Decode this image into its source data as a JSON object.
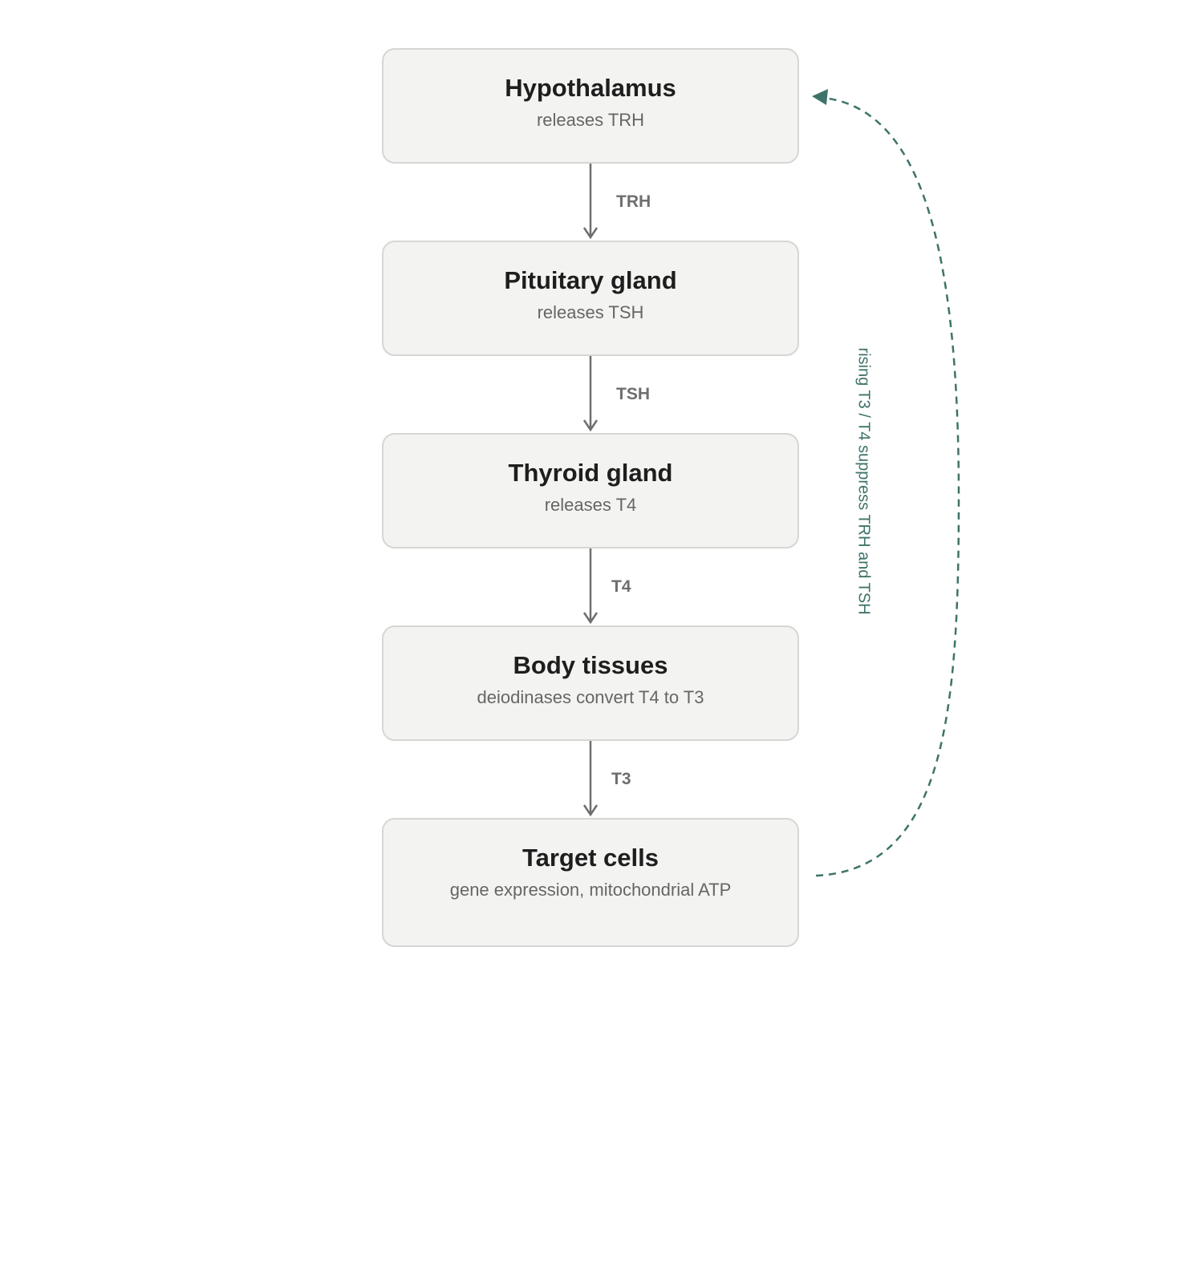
{
  "diagram": {
    "nodes": [
      {
        "title": "Hypothalamus",
        "subtitle": "releases TRH"
      },
      {
        "title": "Pituitary gland",
        "subtitle": "releases TSH"
      },
      {
        "title": "Thyroid gland",
        "subtitle": "releases T4"
      },
      {
        "title": "Body tissues",
        "subtitle": "deiodinases convert T4 to T3"
      },
      {
        "title": "Target cells",
        "subtitle": "gene expression, mitochondrial ATP"
      }
    ],
    "edges": [
      {
        "label": "TRH"
      },
      {
        "label": "TSH"
      },
      {
        "label": "T4"
      },
      {
        "label": "T3"
      }
    ],
    "feedback": {
      "label": "rising T3 / T4 suppress TRH and TSH"
    },
    "colors": {
      "node_fill": "#f3f3f1",
      "node_border": "#d6d6d3",
      "arrow": "#6e6e6e",
      "feedback": "#3e7369"
    }
  }
}
